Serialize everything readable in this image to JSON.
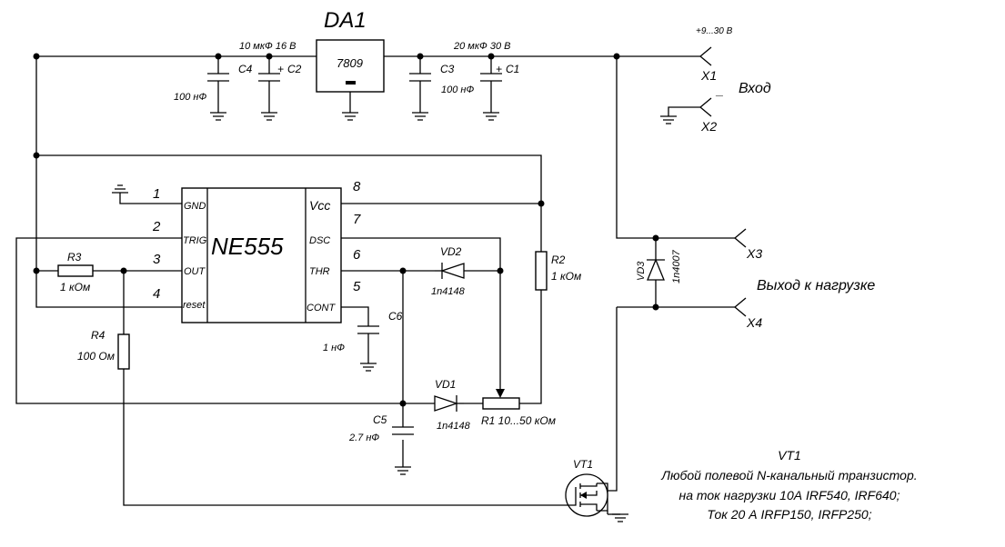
{
  "title": "DA1",
  "regulator": {
    "ref": "DA1",
    "part": "7809"
  },
  "chip": {
    "part": "NE555",
    "pins": [
      {
        "num": "1",
        "name": "GND"
      },
      {
        "num": "2",
        "name": "TRIG"
      },
      {
        "num": "3",
        "name": "OUT"
      },
      {
        "num": "4",
        "name": "reset"
      },
      {
        "num": "8",
        "name": "Vcc"
      },
      {
        "num": "7",
        "name": "DSC"
      },
      {
        "num": "6",
        "name": "THR"
      },
      {
        "num": "5",
        "name": "CONT"
      }
    ]
  },
  "components": {
    "c1": {
      "ref": "C1"
    },
    "c2": {
      "ref": "C2"
    },
    "c3": {
      "ref": "C3",
      "value": "100 нФ"
    },
    "c4": {
      "ref": "C4",
      "value": "100 нФ"
    },
    "c2_value": "10 мкФ 16 В",
    "c1_value": "20 мкФ 30 В",
    "c5": {
      "ref": "C5",
      "value": "2.7 нФ"
    },
    "c6": {
      "ref": "C6",
      "value": "1 нФ"
    },
    "r1": {
      "label": "R1 10...50 кОм"
    },
    "r2": {
      "ref": "R2",
      "value": "1 кОм"
    },
    "r3": {
      "ref": "R3",
      "value": "1 кОм"
    },
    "r4": {
      "ref": "R4",
      "value": "100 Ом"
    },
    "vd1": {
      "ref": "VD1",
      "part": "1n4148"
    },
    "vd2": {
      "ref": "VD2",
      "part": "1n4148"
    },
    "vd3": {
      "ref": "VD3",
      "part": "1n4007"
    },
    "vt1": {
      "ref": "VT1"
    },
    "plus": "+"
  },
  "connectors": {
    "supply_voltage": "+9...30 В",
    "x1": "X1",
    "x2": "X2",
    "x3": "X3",
    "x4": "X4",
    "minus": "_",
    "input_label": "Вход",
    "output_label": "Выход к нагрузке"
  },
  "note": {
    "title": "VT1",
    "lines": [
      "Любой полевой N-канальный транзистор.",
      "на ток нагрузки 10А IRF540, IRF640;",
      "Ток 20 А IRFP150, IRFP250;"
    ]
  }
}
